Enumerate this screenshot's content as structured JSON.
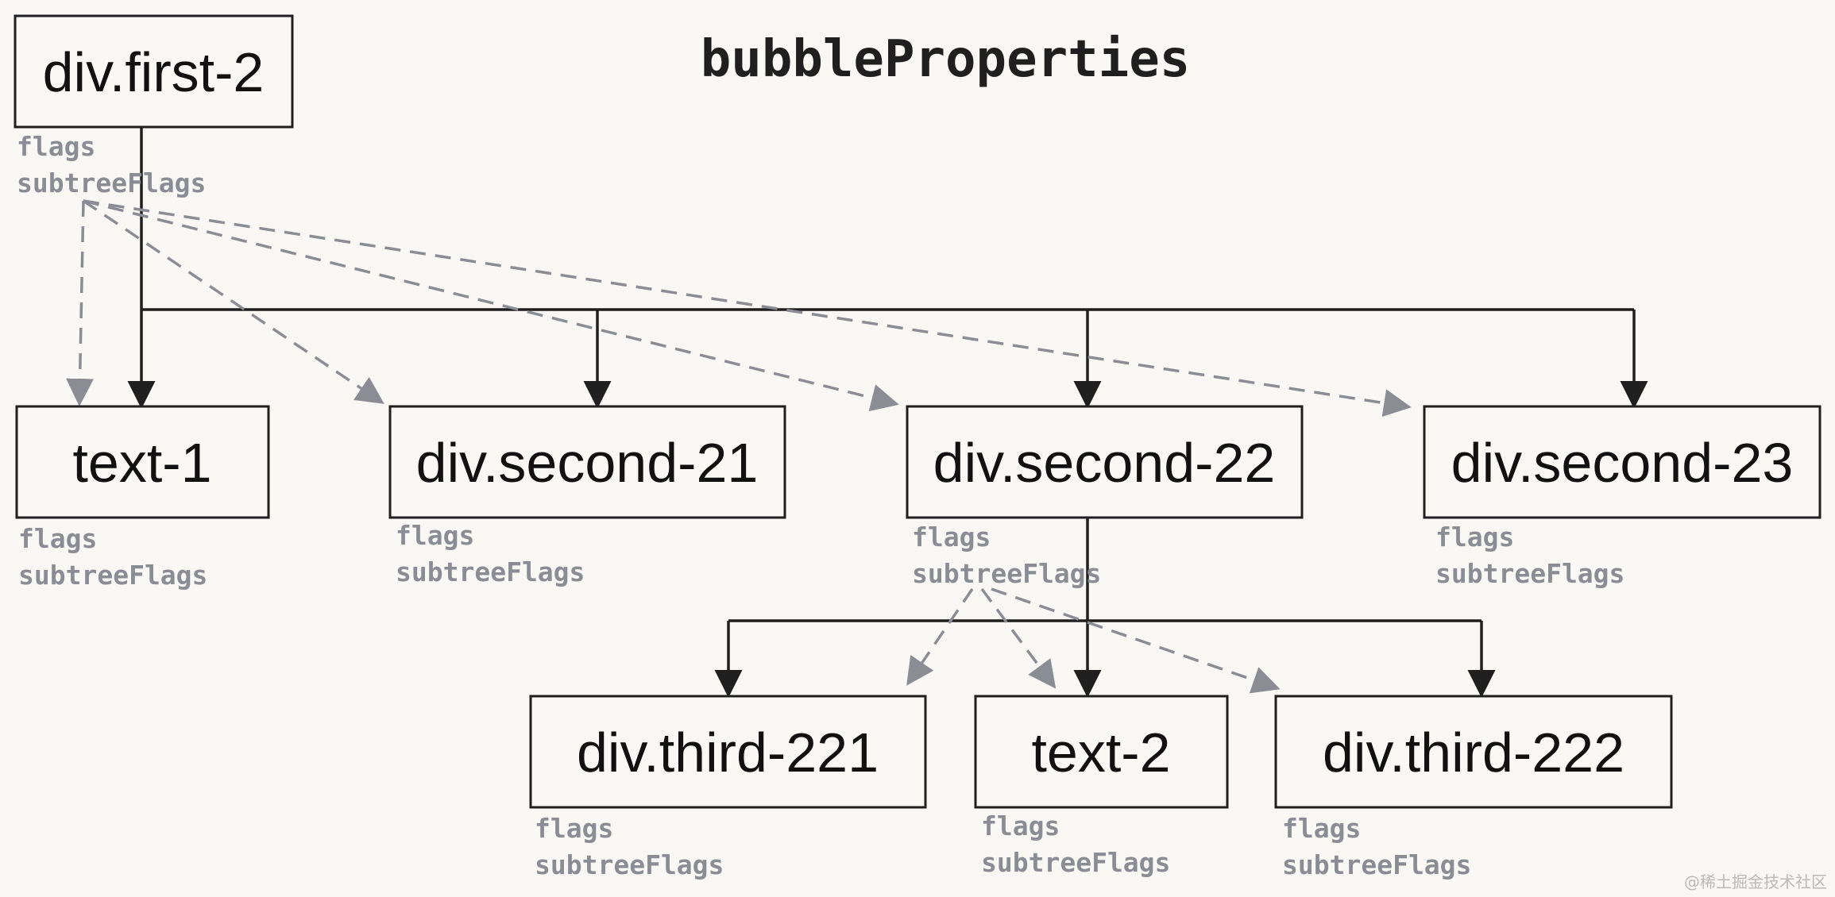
{
  "title": "bubbleProperties",
  "nodes": [
    {
      "id": "first",
      "label": "div.first-2",
      "prop1": "flags",
      "prop2": "subtreeFlags"
    },
    {
      "id": "text1",
      "label": "text-1",
      "prop1": "flags",
      "prop2": "subtreeFlags"
    },
    {
      "id": "s21",
      "label": "div.second-21",
      "prop1": "flags",
      "prop2": "subtreeFlags"
    },
    {
      "id": "s22",
      "label": "div.second-22",
      "prop1": "flags",
      "prop2": "subtreeFlags"
    },
    {
      "id": "s23",
      "label": "div.second-23",
      "prop1": "flags",
      "prop2": "subtreeFlags"
    },
    {
      "id": "t221",
      "label": "div.third-221",
      "prop1": "flags",
      "prop2": "subtreeFlags"
    },
    {
      "id": "text2",
      "label": "text-2",
      "prop1": "flags",
      "prop2": "subtreeFlags"
    },
    {
      "id": "t222",
      "label": "div.third-222",
      "prop1": "flags",
      "prop2": "subtreeFlags"
    }
  ],
  "tree_edges": [
    {
      "from": "first",
      "to": "text1"
    },
    {
      "from": "first",
      "to": "s21"
    },
    {
      "from": "first",
      "to": "s22"
    },
    {
      "from": "first",
      "to": "s23"
    },
    {
      "from": "s22",
      "to": "t221"
    },
    {
      "from": "s22",
      "to": "text2"
    },
    {
      "from": "s22",
      "to": "t222"
    }
  ],
  "bubble_edges": [
    {
      "from": "first",
      "to": "text1"
    },
    {
      "from": "first",
      "to": "s21"
    },
    {
      "from": "first",
      "to": "s22"
    },
    {
      "from": "first",
      "to": "s23"
    },
    {
      "from": "s22",
      "to": "t221"
    },
    {
      "from": "s22",
      "to": "text2"
    },
    {
      "from": "s22",
      "to": "t222"
    }
  ],
  "watermark": "@稀土掘金技术社区",
  "colors": {
    "tree_edge": "#1f1f1f",
    "bubble_edge": "#8a8e94",
    "background": "#faf8f5"
  }
}
